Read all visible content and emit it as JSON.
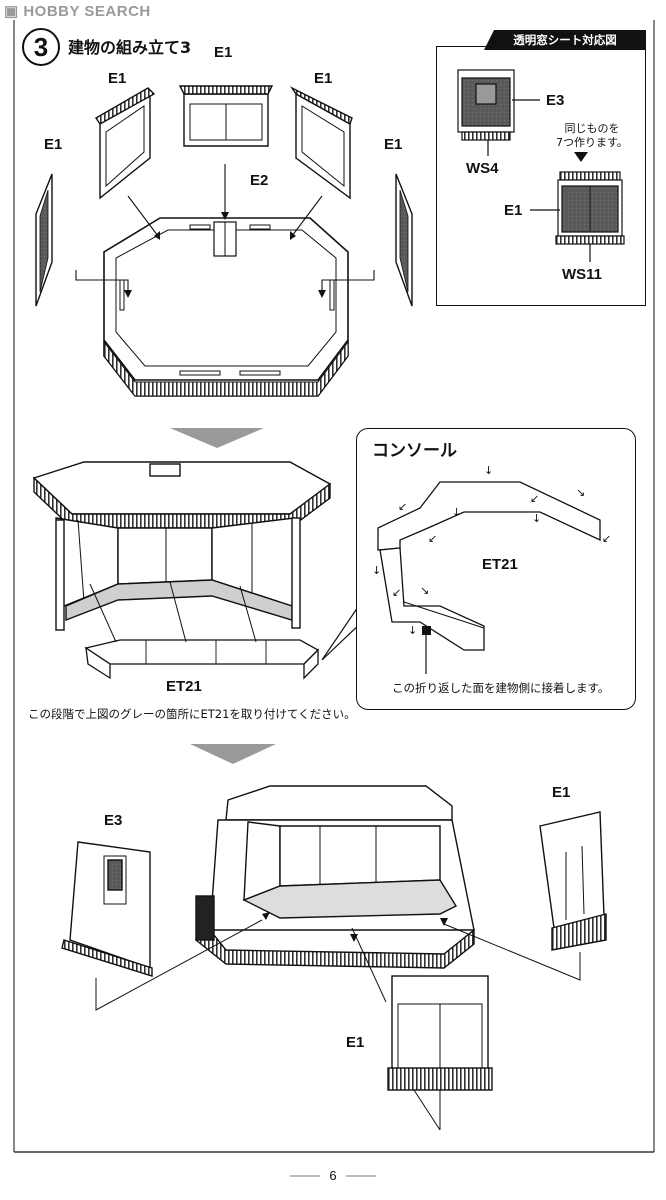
{
  "watermark": "HOBBY SEARCH",
  "step": {
    "number": "3",
    "title": "建物の組み立て3"
  },
  "top_diagram": {
    "labels": {
      "e1_top": "E1",
      "e1_upper_left": "E1",
      "e1_upper_right": "E1",
      "e1_far_left": "E1",
      "e1_far_right": "E1",
      "e2": "E2"
    }
  },
  "window_sheet_panel": {
    "title": "透明窓シート対応図",
    "e3": "E3",
    "ws4": "WS4",
    "note": "同じものを\n7つ作ります。",
    "note_line1": "同じものを",
    "note_line2": "7つ作ります。",
    "e1": "E1",
    "ws11": "WS11"
  },
  "middle_diagram": {
    "et21": "ET21",
    "instruction": "この段階で上図のグレーの箇所にET21を取り付けてください。"
  },
  "console_callout": {
    "title": "コンソール",
    "et21": "ET21",
    "note": "この折り返した面を建物側に接着します。"
  },
  "bottom_diagram": {
    "e3": "E3",
    "e1_right": "E1",
    "e1_bottom": "E1"
  },
  "page_number": "6"
}
